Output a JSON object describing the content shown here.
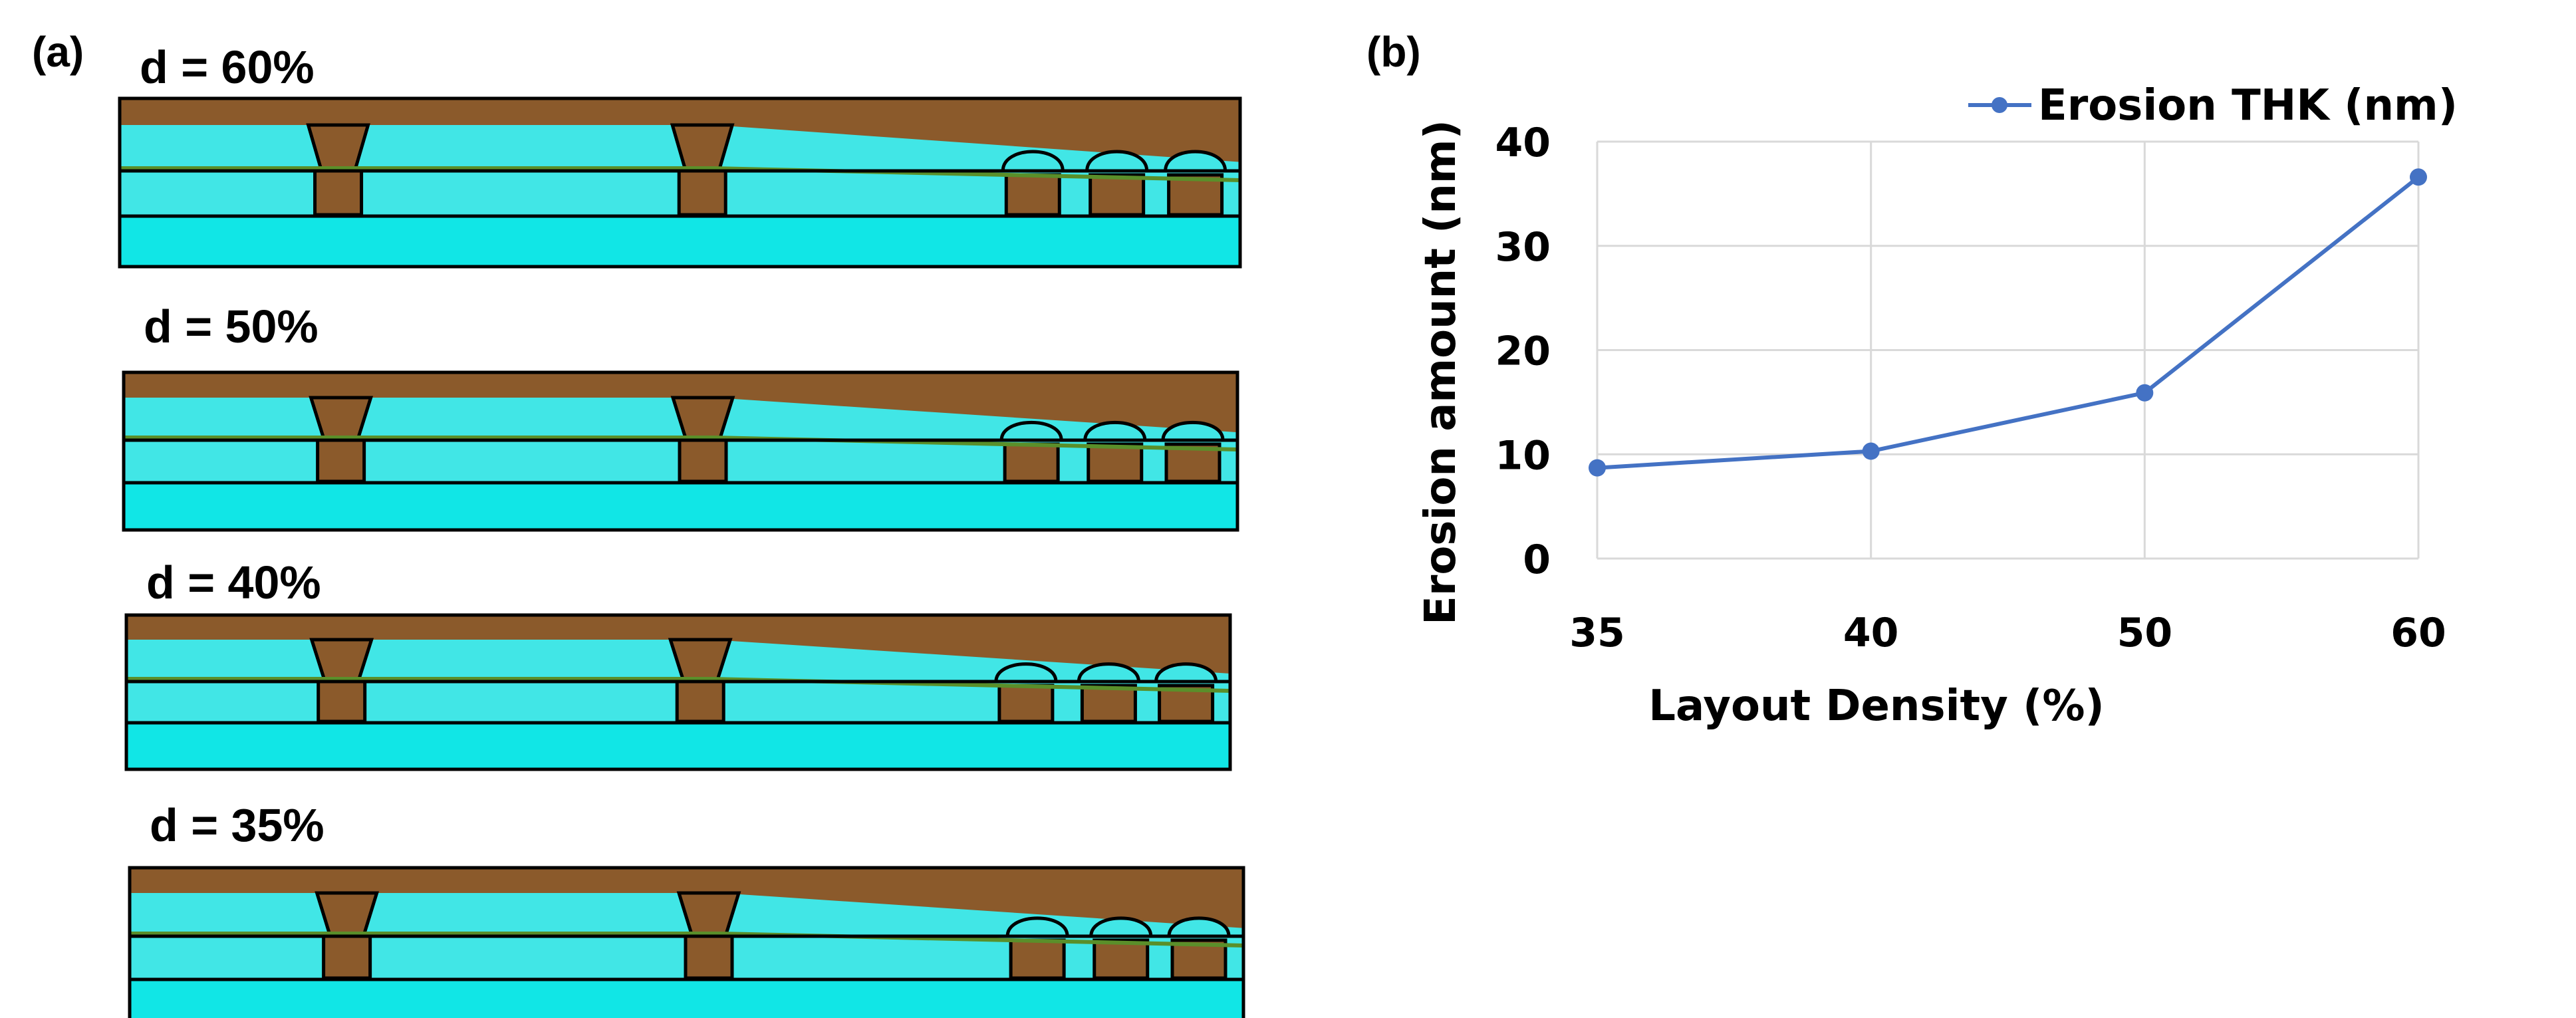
{
  "panel_a": {
    "label": "(a)",
    "panels": [
      {
        "title": "d = 60%"
      },
      {
        "title": "d = 50%"
      },
      {
        "title": "d = 40%"
      },
      {
        "title": "d = 35%"
      }
    ],
    "colors": {
      "copper": "#8b5a2b",
      "dielectric_light": "#41e6e6",
      "dielectric": "#11e6e6",
      "barrier": "#5a8f2a"
    }
  },
  "panel_b": {
    "label": "(b)"
  },
  "chart_data": {
    "type": "line",
    "x": [
      35,
      40,
      50,
      60
    ],
    "series": [
      {
        "name": "Erosion THK (nm)",
        "values": [
          8.7,
          10.3,
          15.9,
          36.6
        ],
        "color": "#4472c4"
      }
    ],
    "xlabel": "Layout Density (%)",
    "ylabel": "Erosion amount (nm)",
    "xticks": [
      35,
      40,
      50,
      60
    ],
    "yticks": [
      0,
      10,
      20,
      30,
      40
    ],
    "ylim": [
      0,
      40
    ],
    "grid": true,
    "legend": "top-right"
  }
}
